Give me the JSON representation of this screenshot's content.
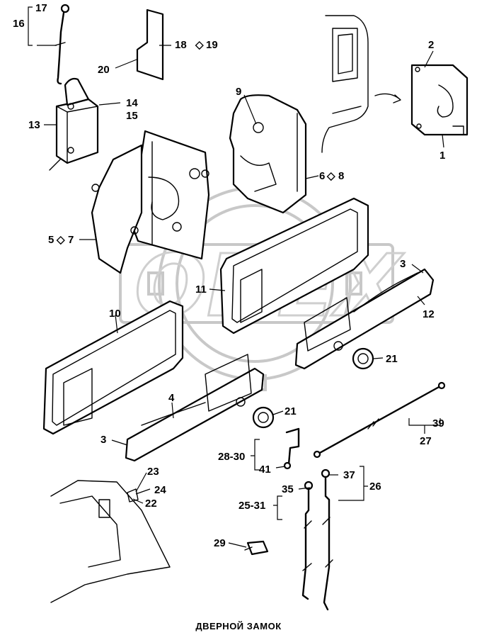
{
  "caption": "ДВЕРНОЙ ЗАМОК",
  "watermark": "ODEX",
  "callouts": {
    "c17": "17",
    "c16": "16",
    "c20": "20",
    "c18_19": "18",
    "c18_19b": "19",
    "c2": "2",
    "c1": "1",
    "c9": "9",
    "c14": "14",
    "c15": "15",
    "c13": "13",
    "c6": "6",
    "c8": "8",
    "c5": "5",
    "c7": "7",
    "c11": "11",
    "c3a": "3",
    "c12": "12",
    "c10": "10",
    "c21a": "21",
    "c4": "4",
    "c21b": "21",
    "c39": "39",
    "c27": "27",
    "c3b": "3",
    "c28_30": "28-30",
    "c41": "41",
    "c23": "23",
    "c24": "24",
    "c22": "22",
    "c37": "37",
    "c35": "35",
    "c26": "26",
    "c25_31": "25-31",
    "c29": "29"
  },
  "icons": {
    "range_symbol": "double-chevron-diamond-icon"
  }
}
